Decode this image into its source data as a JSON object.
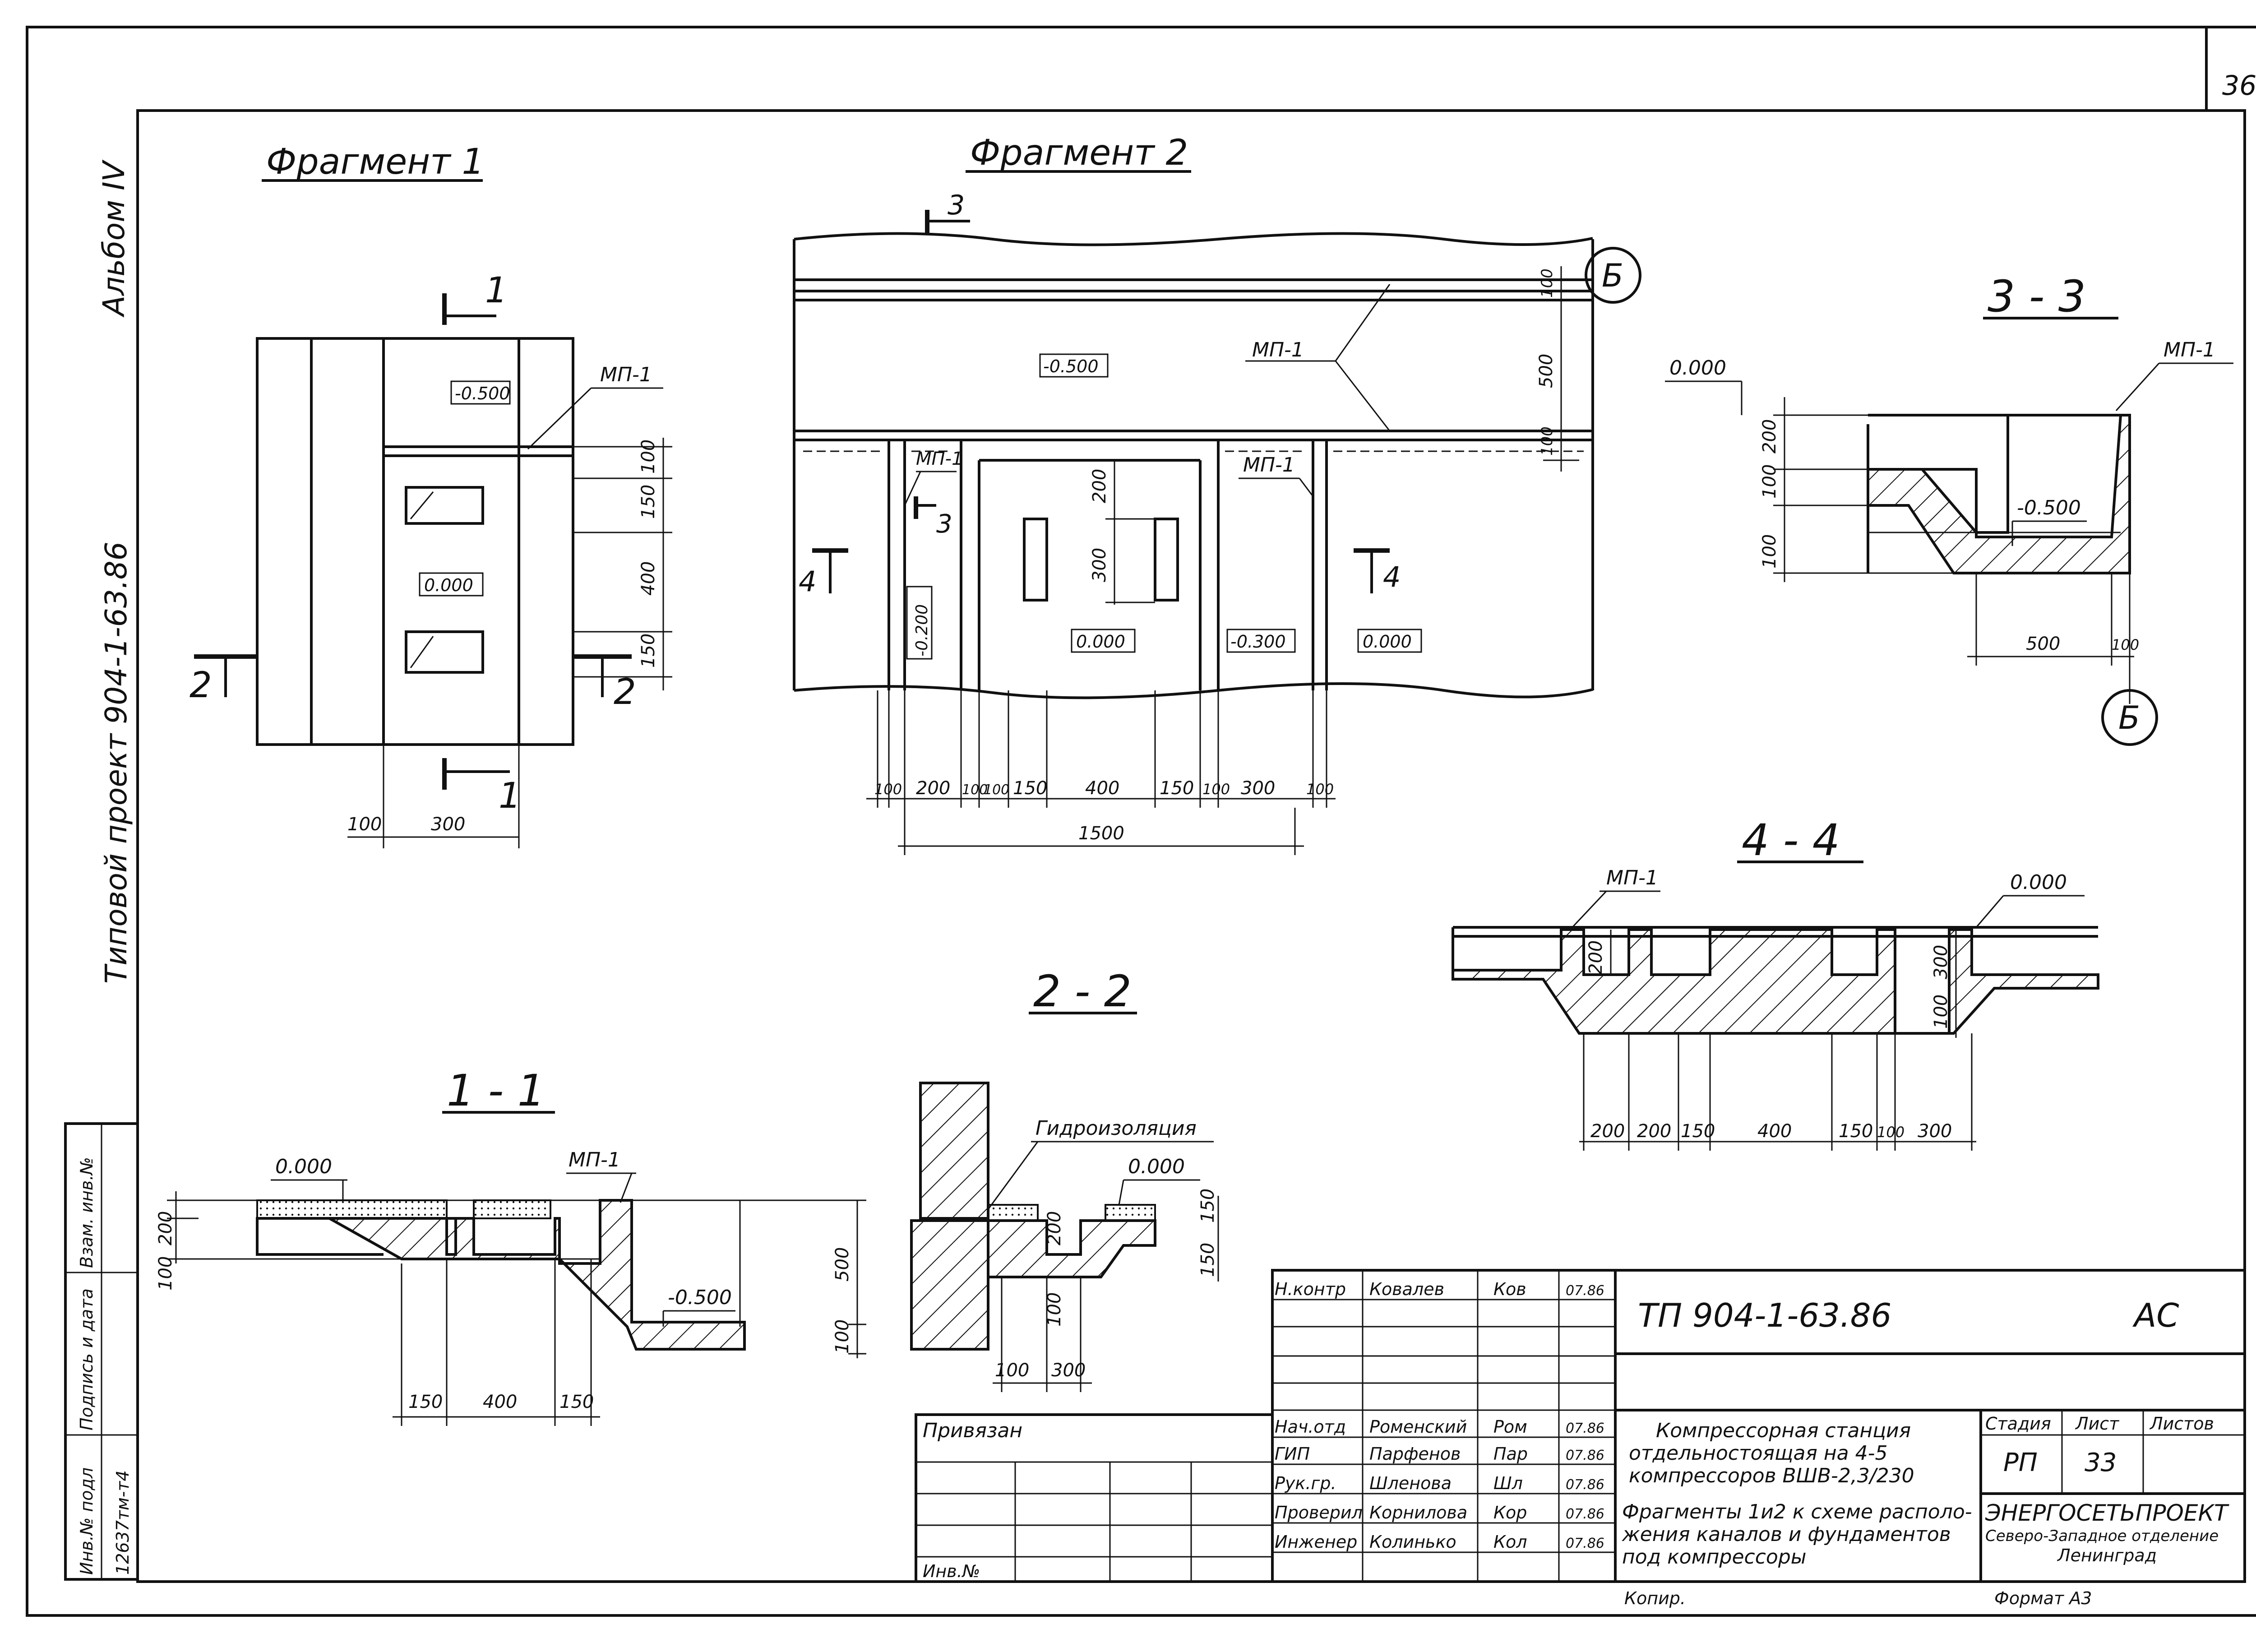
{
  "sheet": {
    "page_number": "36"
  },
  "side_labels": {
    "album": "Альбом IV",
    "project": "Типовой проект  904-1-63.86",
    "inv_podl": "Инв.№ подл",
    "podpis": "Подпись и дата",
    "vzam": "Взам. инв.№",
    "inv_number": "12637тм-т4"
  },
  "fragment1": {
    "title": "Фрагмент 1",
    "cut_mark": "1",
    "cut_mark_bottom": "1",
    "cut2_left": "2",
    "cut2_right": "2",
    "elev_top": "-0.500",
    "elev_mid": "0.000",
    "mp_label": "МП-1",
    "dims_v": [
      "100",
      "150",
      "400",
      "150"
    ],
    "dims_h": [
      "100",
      "300"
    ]
  },
  "fragment2": {
    "title": "Фрагмент 2",
    "cut_mark": "3",
    "axis": "Б",
    "elev_top": "-0.500",
    "mp_label": "МП-1",
    "mp_small": "МП-1",
    "mp_right": "МП-1",
    "cut3_small": "3",
    "cut4_left": "4",
    "cut4_right": "4",
    "elev_a": "-0.200",
    "elev_b": "0.000",
    "elev_c": "-0.300",
    "elev_d": "0.000",
    "dims_v_right": [
      "100",
      "500",
      "100"
    ],
    "dims_v_mid": [
      "200",
      "300"
    ],
    "dims_h": [
      "100",
      "200",
      "100",
      "100",
      "150",
      "400",
      "150",
      "100",
      "300",
      "100"
    ],
    "dim_total": "1500"
  },
  "section33": {
    "title": "3 - 3",
    "elev_top": "0.000",
    "mp_label": "МП-1",
    "elev_bottom": "-0.500",
    "dims_v": [
      "200",
      "100",
      "100"
    ],
    "dims_h": [
      "500",
      "100"
    ],
    "axis": "Б"
  },
  "section44": {
    "title": "4 - 4",
    "mp_label": "МП-1",
    "elev_top": "0.000",
    "dims_v": [
      "200",
      "300",
      "100"
    ],
    "dims_h": [
      "200",
      "200",
      "150",
      "400",
      "150",
      "100",
      "300"
    ]
  },
  "section22": {
    "title": "2 - 2",
    "note": "Гидроизоляция",
    "elev_top": "0.000",
    "dims_v": [
      "150",
      "150",
      "200",
      "100"
    ],
    "dims_h": [
      "100",
      "300"
    ]
  },
  "section11": {
    "title": "1 - 1",
    "elev_top": "0.000",
    "mp_label": "МП-1",
    "elev_bottom": "-0.500",
    "dims_v_left": [
      "200",
      "100"
    ],
    "dims_v_right": [
      "500",
      "100"
    ],
    "dims_h": [
      "150",
      "400",
      "150"
    ]
  },
  "title_block": {
    "code": "ТП    904-1-63.86",
    "mark": "АС",
    "privyazan": "Привязан",
    "inv_no": "Инв.№",
    "rows": [
      {
        "role": "Н.контр",
        "name": "Ковалев",
        "sign": "Ков",
        "date": "07.86"
      },
      {
        "role": "Нач.отд",
        "name": "Роменский",
        "sign": "Ром",
        "date": "07.86"
      },
      {
        "role": "ГИП",
        "name": "Парфенов",
        "sign": "Пар",
        "date": "07.86"
      },
      {
        "role": "Рук.гр.",
        "name": "Шленова",
        "sign": "Шл",
        "date": "07.86"
      },
      {
        "role": "Проверил",
        "name": "Корнилова",
        "sign": "Кор",
        "date": "07.86"
      },
      {
        "role": "Инженер",
        "name": "Колинько",
        "sign": "Кол",
        "date": "07.86"
      }
    ],
    "object_line1": "Компрессорная станция",
    "object_line2": "отдельностоящая на 4-5",
    "object_line3": "компрессоров ВШВ-2,3/230",
    "sheet_line1": "Фрагменты 1и2 к схеме располо-",
    "sheet_line2": "жения каналов и фундаментов",
    "sheet_line3": "под компрессоры",
    "stage_hdr": "Стадия",
    "sheet_hdr": "Лист",
    "sheets_hdr": "Листов",
    "stage": "РП",
    "sheet": "33",
    "org1": "ЭНЕРГОСЕТЬПРОЕКТ",
    "org2": "Северо-Западное отделение",
    "org3": "Ленинград",
    "copied": "Копир.",
    "format": "Формат А3"
  }
}
